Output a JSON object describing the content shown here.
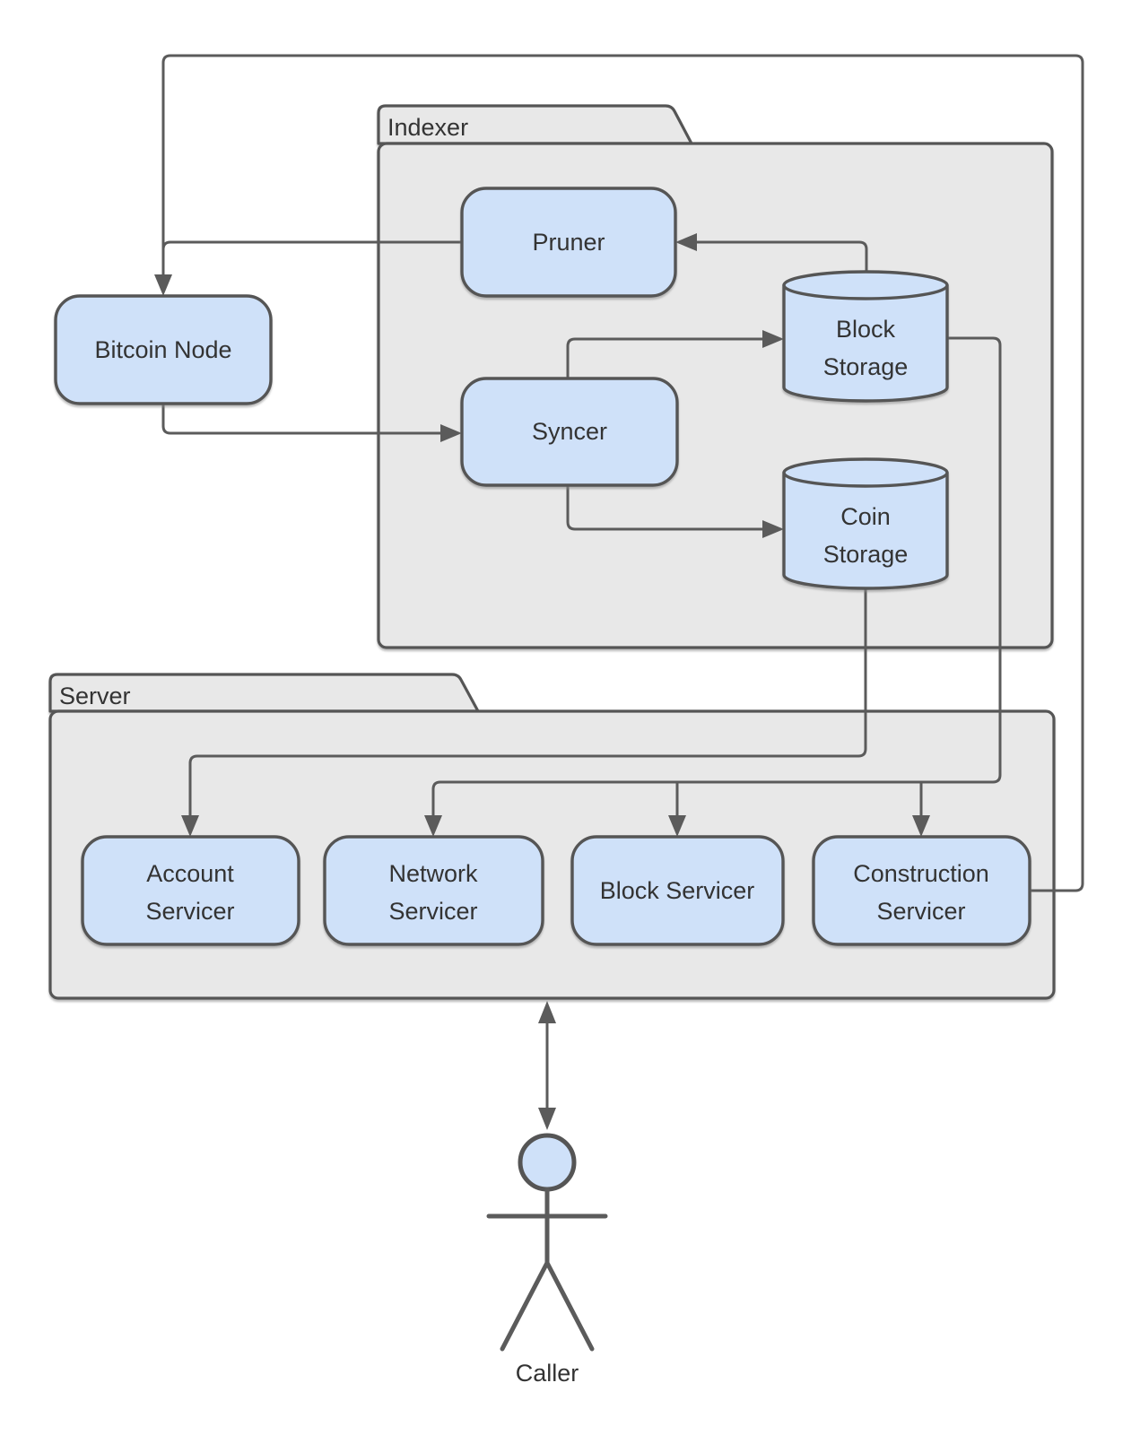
{
  "colors": {
    "background": "#ffffff",
    "node_fill": "#cfe1f9",
    "node_stroke": "#555555",
    "container_fill": "#e8e8e8",
    "edge": "#5b5b5b",
    "text": "#333333"
  },
  "containers": {
    "indexer": {
      "label": "Indexer"
    },
    "server": {
      "label": "Server"
    }
  },
  "nodes": {
    "bitcoin_node": {
      "label": "Bitcoin Node",
      "shape": "rounded-rect"
    },
    "pruner": {
      "label": "Pruner",
      "shape": "rounded-rect"
    },
    "syncer": {
      "label": "Syncer",
      "shape": "rounded-rect"
    },
    "block_storage": {
      "label_line1": "Block",
      "label_line2": "Storage",
      "shape": "cylinder"
    },
    "coin_storage": {
      "label_line1": "Coin",
      "label_line2": "Storage",
      "shape": "cylinder"
    },
    "account_servicer": {
      "label_line1": "Account",
      "label_line2": "Servicer",
      "shape": "rounded-rect"
    },
    "network_servicer": {
      "label_line1": "Network",
      "label_line2": "Servicer",
      "shape": "rounded-rect"
    },
    "block_servicer": {
      "label": "Block Servicer",
      "shape": "rounded-rect"
    },
    "construction_servicer": {
      "label_line1": "Construction",
      "label_line2": "Servicer",
      "shape": "rounded-rect"
    }
  },
  "actor": {
    "label": "Caller"
  },
  "edges": [
    {
      "from": "Construction Servicer",
      "to": "Bitcoin Node",
      "style": "arrow"
    },
    {
      "from": "Pruner",
      "to": "Bitcoin Node",
      "style": "arrow"
    },
    {
      "from": "Bitcoin Node",
      "to": "Syncer",
      "style": "arrow"
    },
    {
      "from": "Syncer",
      "to": "Block Storage",
      "style": "arrow"
    },
    {
      "from": "Syncer",
      "to": "Coin Storage",
      "style": "arrow"
    },
    {
      "from": "Block Storage",
      "to": "Pruner",
      "style": "arrow"
    },
    {
      "from": "Block Storage",
      "to": "Network Servicer",
      "style": "arrow"
    },
    {
      "from": "Block Storage",
      "to": "Block Servicer",
      "style": "arrow"
    },
    {
      "from": "Block Storage",
      "to": "Construction Servicer",
      "style": "arrow"
    },
    {
      "from": "Coin Storage",
      "to": "Account Servicer",
      "style": "arrow"
    },
    {
      "from": "Caller",
      "to": "Server",
      "style": "double-arrow"
    }
  ]
}
